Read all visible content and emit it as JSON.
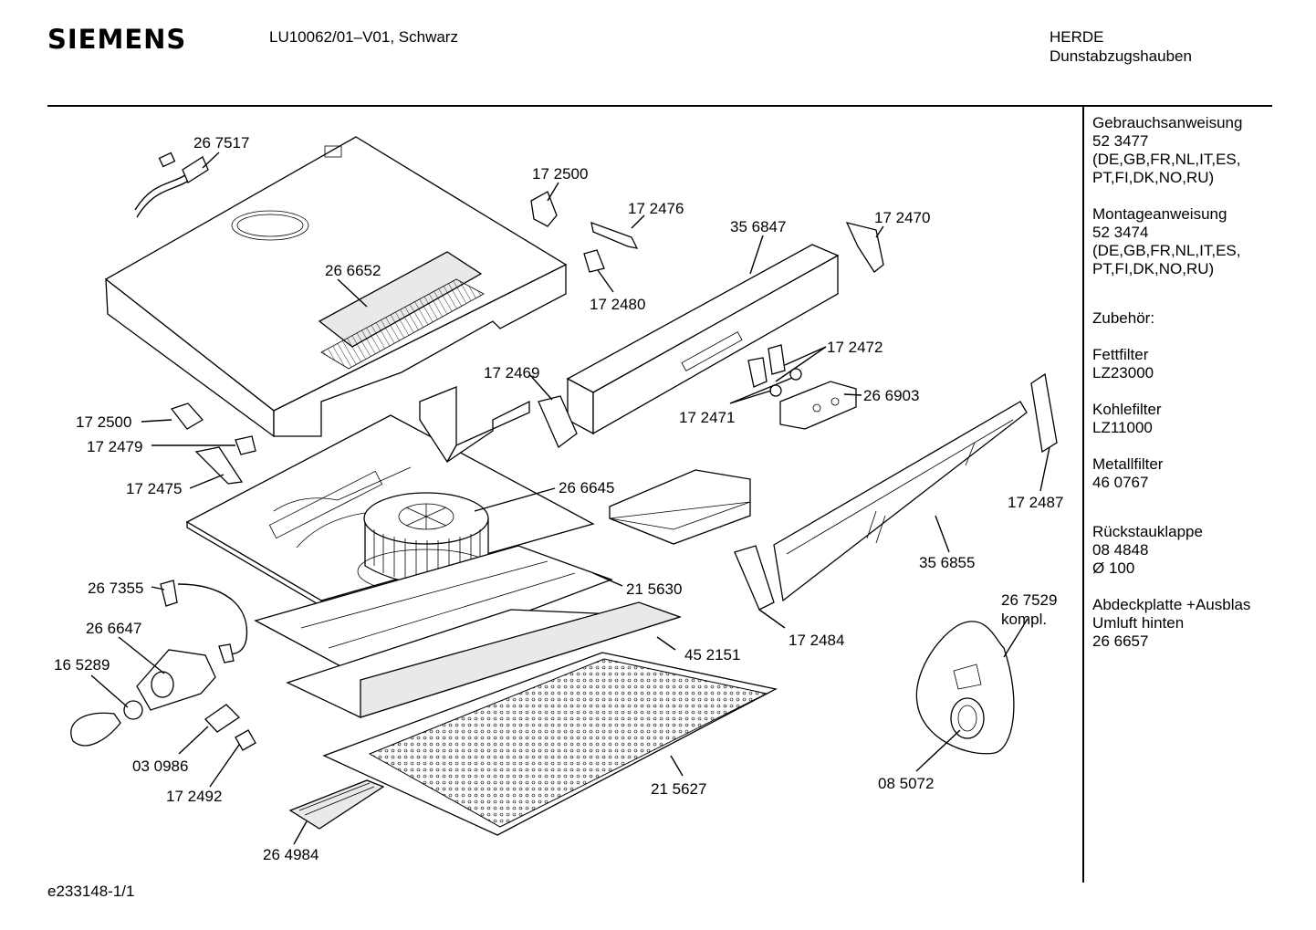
{
  "header": {
    "brand": "SIEMENS",
    "model": "LU10062/01–V01, Schwarz",
    "category_line1": "HERDE",
    "category_line2": "Dunstabzugshauben"
  },
  "footer": {
    "doc_id": "e233148-1/1"
  },
  "sidebar": {
    "blocks": [
      {
        "lines": [
          "Gebrauchsanweisung",
          "52 3477",
          "(DE,GB,FR,NL,IT,ES,",
          "PT,FI,DK,NO,RU)"
        ]
      },
      {
        "lines": [
          "Montageanweisung",
          "52 3474",
          "(DE,GB,FR,NL,IT,ES,",
          "PT,FI,DK,NO,RU)"
        ]
      },
      {
        "lines": [
          "Zubehör:"
        ]
      },
      {
        "lines": [
          "Fettfilter",
          "LZ23000"
        ]
      },
      {
        "lines": [
          "Kohlefilter",
          "LZ11000"
        ]
      },
      {
        "lines": [
          "Metallfilter",
          "46 0767"
        ]
      },
      {
        "lines": [
          "Rückstauklappe",
          "08 4848",
          "Ø 100"
        ]
      },
      {
        "lines": [
          "Abdeckplatte +Ausblas",
          "Umluft hinten",
          "26 6657"
        ]
      }
    ]
  },
  "parts": [
    "26 7517",
    "17 2500",
    "17 2476",
    "35 6847",
    "17 2470",
    "26 6652",
    "17 2480",
    "17 2472",
    "17 2469",
    "26 6903",
    "17 2471",
    "17 2500",
    "17 2479",
    "17 2475",
    "26 6645",
    "17 2487",
    "35 6855",
    "21 5630",
    "26 7355",
    "26 7529",
    "kompl.",
    "26 6647",
    "17 2484",
    "45 2151",
    "16 5289",
    "03 0986",
    "21 5627",
    "08 5072",
    "17 2492",
    "26 4984"
  ]
}
